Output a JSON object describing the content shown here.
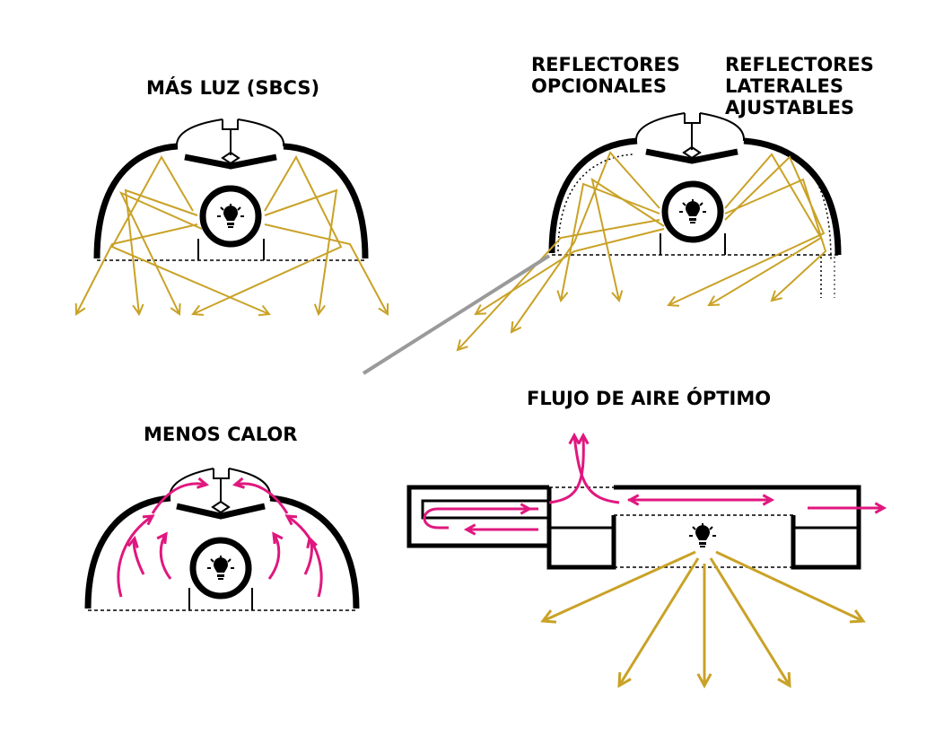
{
  "panels": {
    "more_light": {
      "title": "MÁS LUZ (SBCS)"
    },
    "reflectors": {
      "optional_label": [
        "REFLECTORES",
        "OPCIONALES"
      ],
      "lateral_label": [
        "REFLECTORES",
        "LATERALES",
        "AJUSTABLES"
      ]
    },
    "less_heat": {
      "title": "MENOS CALOR"
    },
    "airflow": {
      "title": "FLUJO DE AIRE ÓPTIMO"
    }
  },
  "colors": {
    "light": "#c9a227",
    "heat": "#e0177e",
    "outline": "#000000",
    "leader": "#9a9a9a"
  },
  "icons": [
    "light-bulb-icon"
  ]
}
